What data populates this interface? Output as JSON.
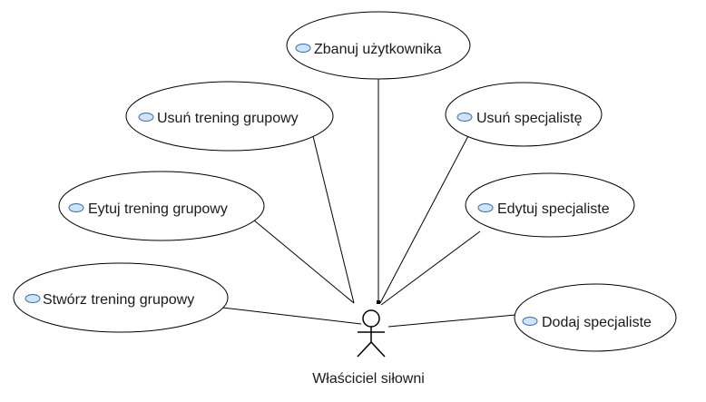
{
  "diagram": {
    "actor": {
      "name": "Właściciel siłowni",
      "icon": "stick-figure-actor-icon"
    },
    "use_cases": [
      {
        "id": "zbanuj",
        "label": "Zbanuj użytkownika",
        "icon": "use-case-icon"
      },
      {
        "id": "usun-trening",
        "label": "Usuń trening grupowy",
        "icon": "use-case-icon"
      },
      {
        "id": "usun-specjaliste",
        "label": "Usuń specjalistę",
        "icon": "use-case-icon"
      },
      {
        "id": "edytuj-trening",
        "label": "Eytuj trening grupowy",
        "icon": "use-case-icon"
      },
      {
        "id": "edytuj-specjaliste",
        "label": "Edytuj specjaliste",
        "icon": "use-case-icon"
      },
      {
        "id": "stworz-trening",
        "label": "Stwórz trening grupowy",
        "icon": "use-case-icon"
      },
      {
        "id": "dodaj-specjaliste",
        "label": "Dodaj specjaliste",
        "icon": "use-case-icon"
      }
    ],
    "colors": {
      "line": "#000000",
      "ellipse_fill": "#ffffff",
      "icon_fill": "#cfe3f5",
      "icon_stroke": "#3a6ea5"
    }
  }
}
